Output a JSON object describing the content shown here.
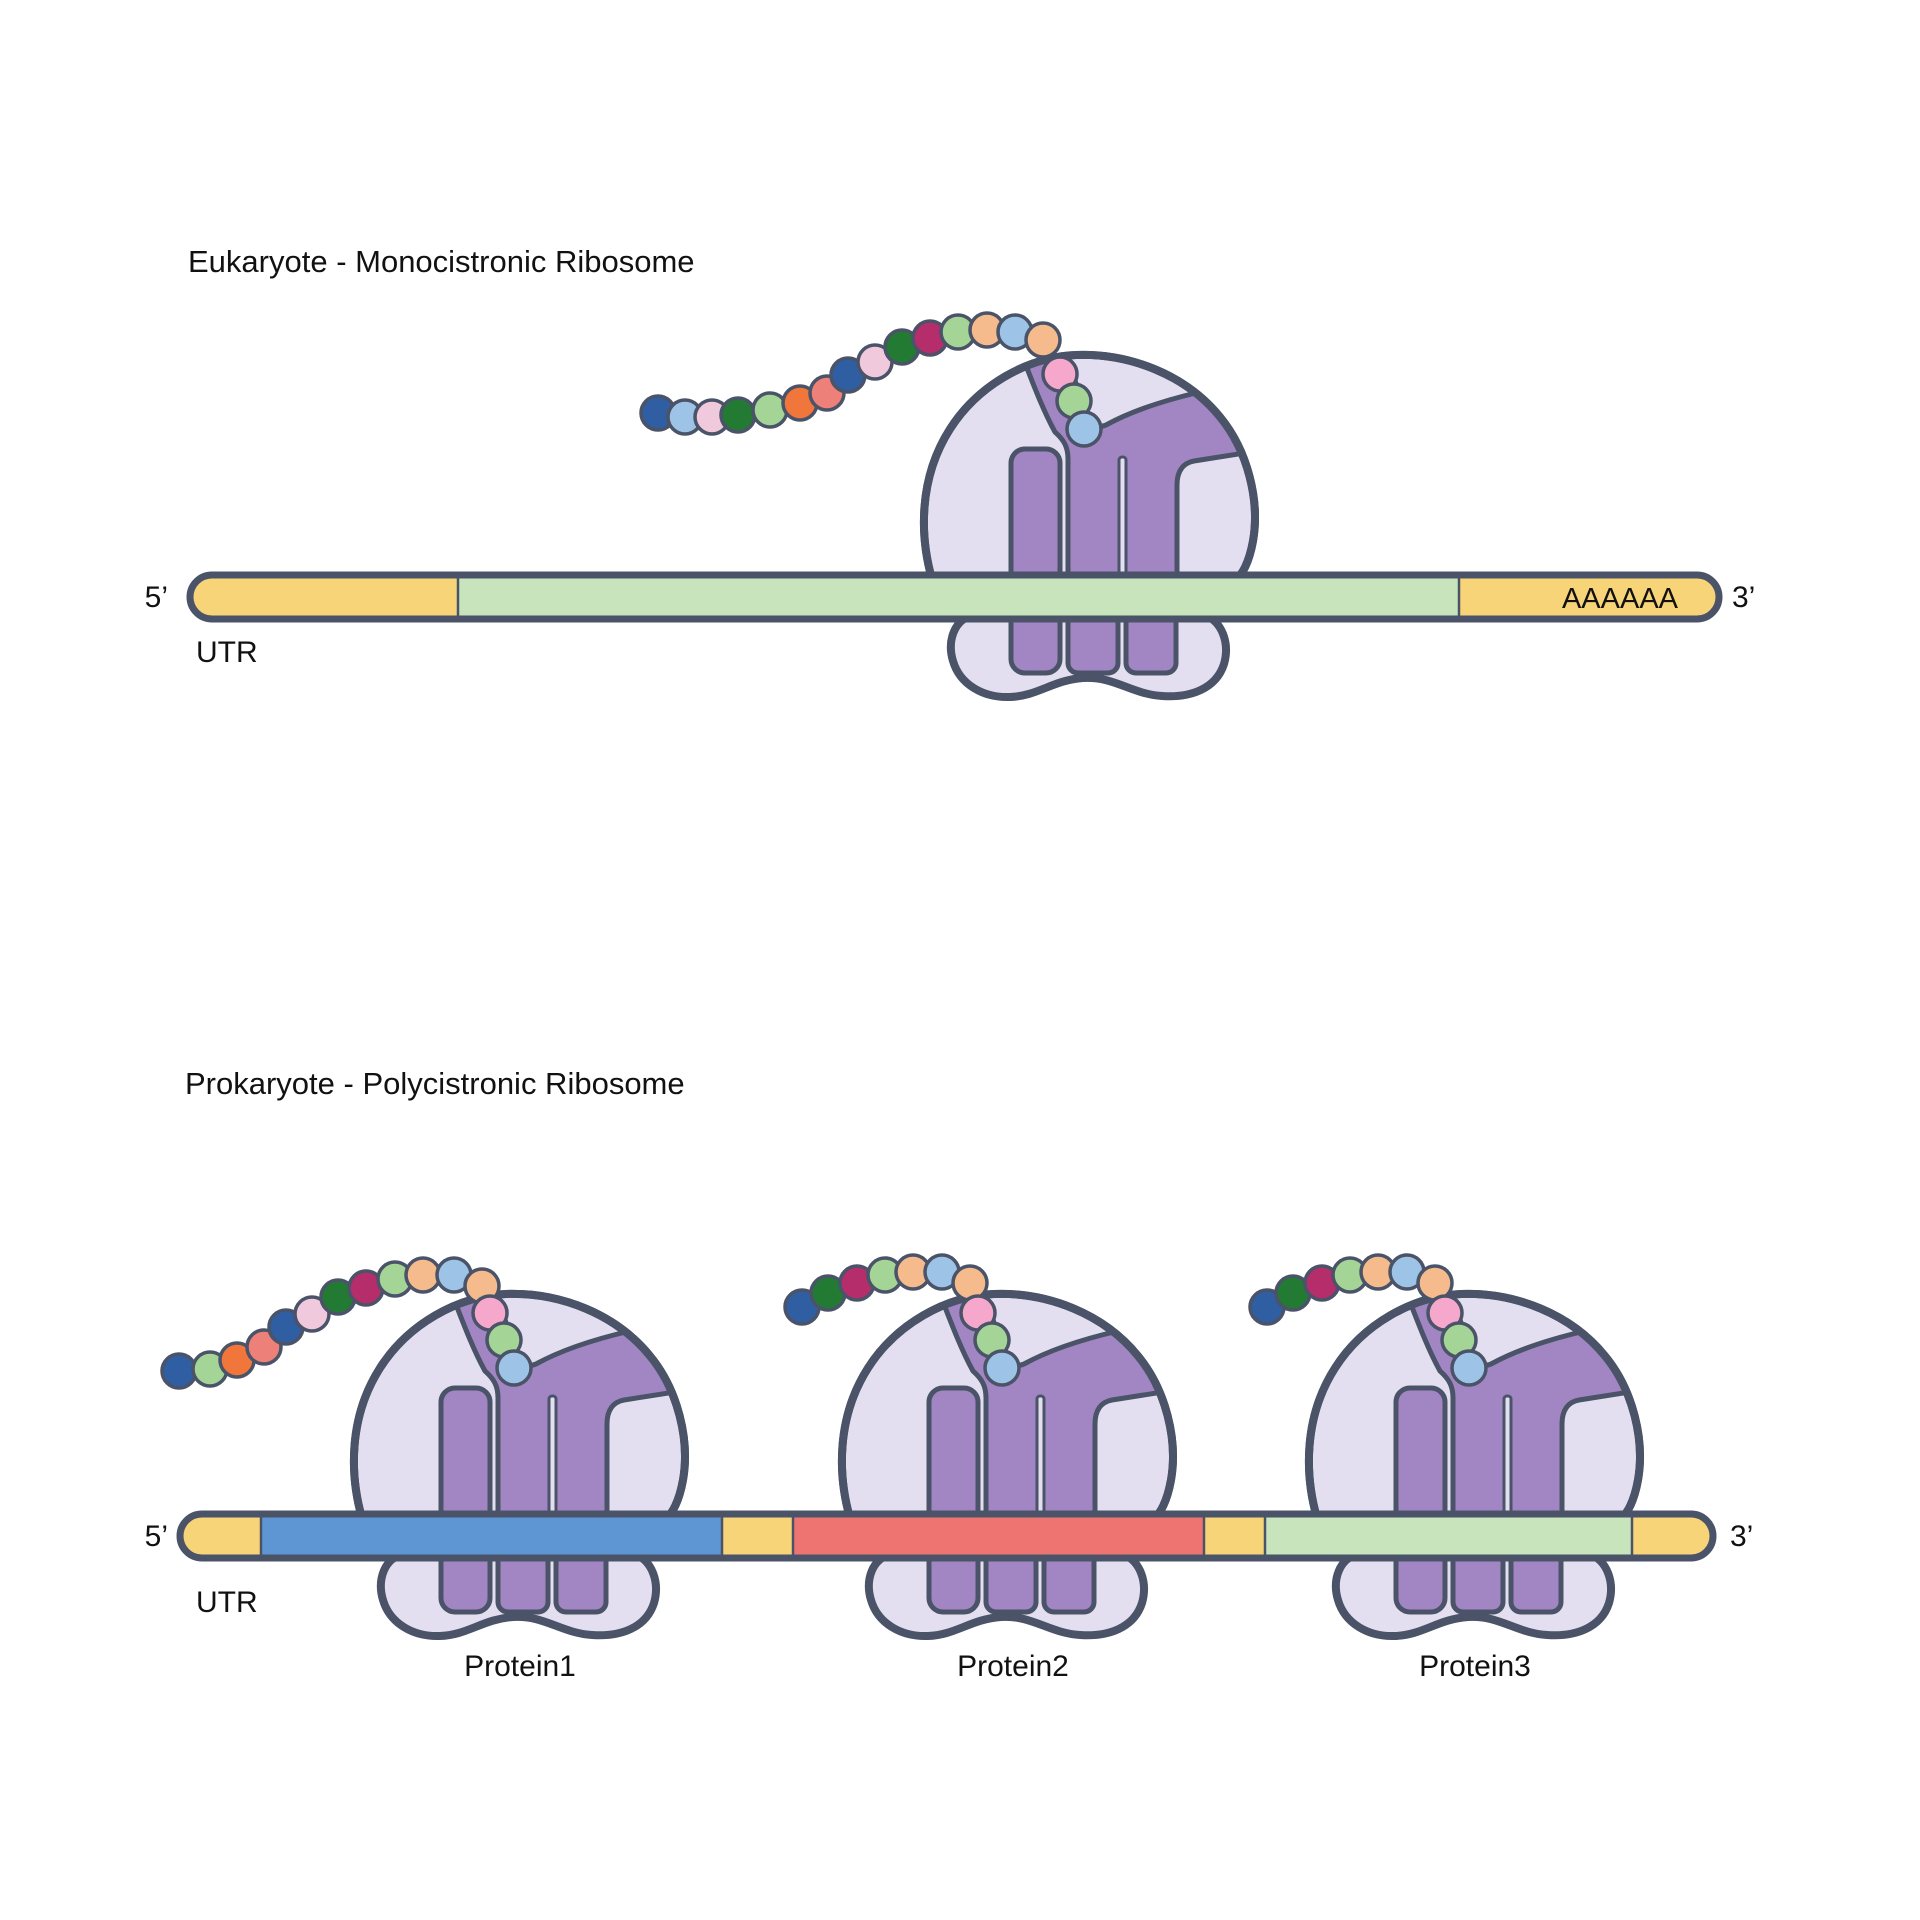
{
  "colors": {
    "background": "#ffffff",
    "outline": "#4a5368",
    "text": "#111111",
    "strandYellow": "#f8d478",
    "strandGreen": "#c7e4bc",
    "strandBlue": "#5e96d3",
    "strandRed": "#ee7471",
    "ribosomeBody": "#e4dff0",
    "ribosomePurple": "#a186c3"
  },
  "beadColors": {
    "darkBlue": "#2f5ea3",
    "lightBlue": "#9dc3e6",
    "lightPink": "#f0c9dc",
    "darkGreen": "#237a33",
    "lightGreen": "#a5d596",
    "orange": "#f0763c",
    "salmon": "#ed8179",
    "magenta": "#b52d6b",
    "peach": "#f5bb8c",
    "pink": "#f6a8cc"
  },
  "top": {
    "title": "Eukaryote - Monocistronic Ribosome",
    "five_prime": "5’",
    "three_prime": "3’",
    "utr_label": "UTR",
    "poly_a_label": "AAAAAA",
    "chain": [
      "darkBlue",
      "lightBlue",
      "lightPink",
      "darkGreen",
      "lightGreen",
      "orange",
      "salmon",
      "darkBlue",
      "lightPink",
      "darkGreen",
      "magenta",
      "lightGreen",
      "peach",
      "lightBlue",
      "peach",
      "pink",
      "lightGreen",
      "lightBlue"
    ]
  },
  "bottom": {
    "title": "Prokaryote - Polycistronic Ribosome",
    "five_prime": "5’",
    "three_prime": "3’",
    "utr_label": "UTR",
    "protein_labels": [
      "Protein1",
      "Protein2",
      "Protein3"
    ],
    "chains": {
      "ribosome1": [
        "darkBlue",
        "lightGreen",
        "orange",
        "salmon",
        "darkBlue",
        "lightPink",
        "darkGreen",
        "magenta",
        "lightGreen",
        "peach",
        "lightBlue",
        "peach",
        "pink",
        "lightGreen",
        "lightBlue"
      ],
      "ribosome2": [
        "darkBlue",
        "darkGreen",
        "magenta",
        "lightGreen",
        "peach",
        "lightBlue",
        "peach",
        "pink",
        "lightGreen",
        "lightBlue"
      ],
      "ribosome3": [
        "darkBlue",
        "darkGreen",
        "magenta",
        "lightGreen",
        "peach",
        "lightBlue",
        "peach",
        "pink",
        "lightGreen",
        "lightBlue"
      ]
    }
  }
}
